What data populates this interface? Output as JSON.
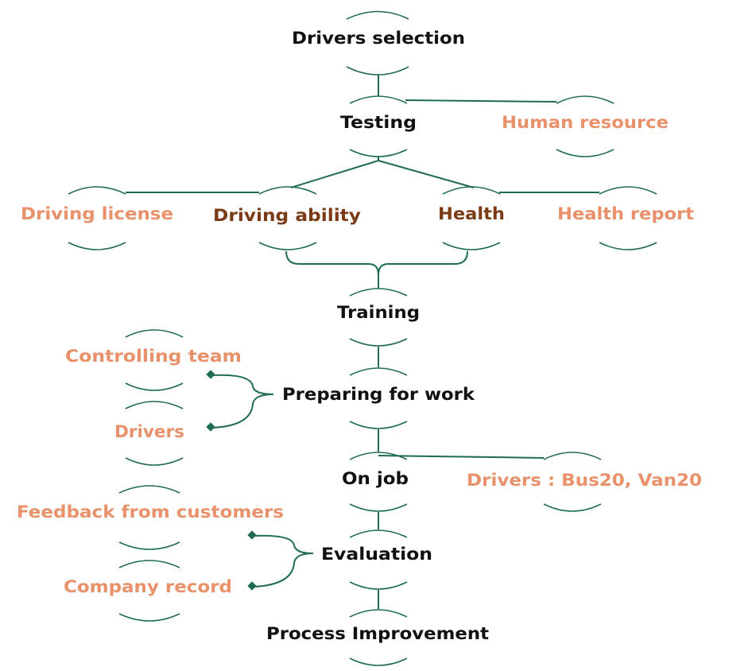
{
  "colors": {
    "main_text": "#111111",
    "side_text": "#e8916a",
    "sub_text": "#7a3b16",
    "connector": "#1f6b54"
  },
  "nodes": {
    "drivers_selection": "Drivers selection",
    "testing": "Testing",
    "human_resource": "Human resource",
    "driving_license": "Driving license",
    "driving_ability": "Driving ability",
    "health": "Health",
    "health_report": "Health report",
    "training": "Training",
    "controlling_team": "Controlling team",
    "preparing_for_work": "Preparing for work",
    "drivers": "Drivers",
    "on_job": "On job",
    "drivers_bus_van": "Drivers : Bus20, Van20",
    "feedback_from_customers": "Feedback from customers",
    "evaluation": "Evaluation",
    "company_record": "Company record",
    "process_improvement": "Process Improvement"
  }
}
